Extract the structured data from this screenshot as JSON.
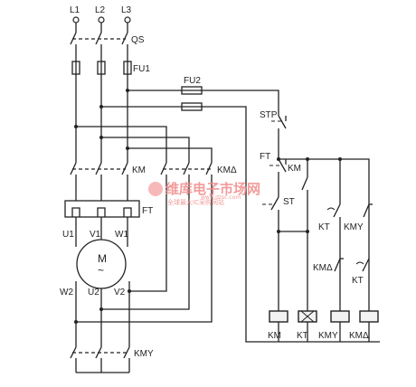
{
  "diagram": {
    "lines": {
      "l1": "L1",
      "l2": "L2",
      "l3": "L3"
    },
    "labels": {
      "qs": "QS",
      "fu1": "FU1",
      "fu2": "FU2",
      "stp": "STP",
      "ft_contact": "FT",
      "st": "ST",
      "km_main": "KM",
      "kmd_main": "KMΔ",
      "ft_relay": "FT",
      "kmy_main": "KMY",
      "km_aux": "KM",
      "kt_contact": "KT",
      "kmy_aux": "KMY",
      "kmd_aux": "KMΔ",
      "kt_contact2": "KT"
    },
    "motor": {
      "name": "M",
      "symbol": "~",
      "terminals": {
        "u1": "U1",
        "v1": "V1",
        "w1": "W1",
        "w2": "W2",
        "u2": "U2",
        "v2": "V2"
      }
    },
    "coils": [
      {
        "label": "KM"
      },
      {
        "label": "KT"
      },
      {
        "label": "KMY"
      },
      {
        "label": "KMΔ"
      }
    ],
    "watermark": {
      "brand": "维库电子市场网",
      "tagline": "全球最大IC采购网站",
      "url": "www.dzsc.com"
    }
  }
}
